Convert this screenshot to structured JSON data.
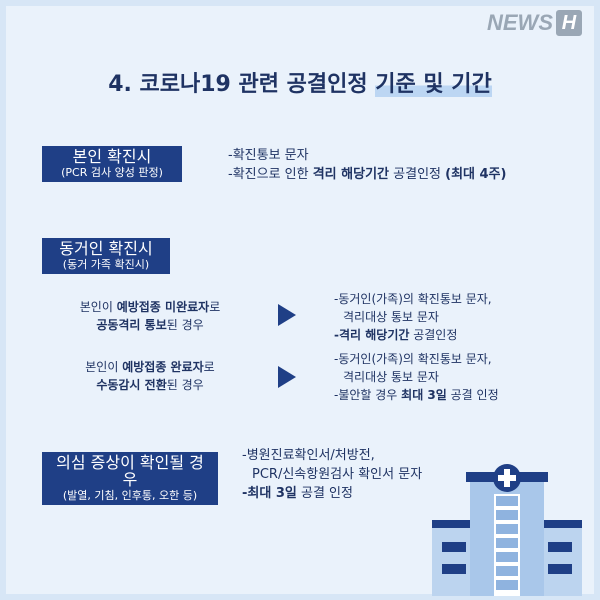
{
  "logo": {
    "text": "NEWS",
    "box": "H"
  },
  "title": {
    "plain": "4. 코로나19 관련 공결인정 ",
    "highlight": "기준 및 기간"
  },
  "section1": {
    "label": "본인 확진시",
    "sub": "(PCR 검사 양성 판정)",
    "line1": "-확진통보 문자",
    "line2_a": "-확진으로 인한 ",
    "line2_b": "격리 해당기간",
    "line2_c": " 공결인정 ",
    "line2_d": "(최대 4주)"
  },
  "section2": {
    "label": "동거인 확진시",
    "sub": "(동거 가족 확진시)",
    "case1": {
      "l1_a": "본인이 ",
      "l1_b": "예방접종 미완료자",
      "l1_c": "로",
      "l2_a": "공동격리 통보",
      "l2_b": "된 경우",
      "d1": "-동거인(가족)의 확진통보 문자,",
      "d2": "격리대상 통보 문자",
      "d3_a": "-격리 해당기간",
      "d3_b": " 공결인정"
    },
    "case2": {
      "l1_a": "본인이 ",
      "l1_b": "예방접종 완료자",
      "l1_c": "로",
      "l2_a": "수동감시 전환",
      "l2_b": "된 경우",
      "d1": "-동거인(가족)의 확진통보 문자,",
      "d2": "격리대상 통보 문자",
      "d3_a": "-불안할 경우 ",
      "d3_b": "최대 3일",
      "d3_c": " 공결 인정"
    }
  },
  "section3": {
    "label": "의심 증상이 확인될 경우",
    "sub": "(발열, 기침, 인후통, 오한 등)",
    "d1": "-병원진료확인서/처방전,",
    "d2": "PCR/신속항원검사 확인서 문자",
    "d3_a": "-최대 3일",
    "d3_b": " 공결 인정"
  },
  "colors": {
    "navy": "#1f3f86",
    "text": "#1f3363",
    "bg": "#eaf2fb",
    "highlight": "#bcd6f3"
  },
  "icons": [
    "hospital-icon",
    "arrow-right-icon"
  ]
}
